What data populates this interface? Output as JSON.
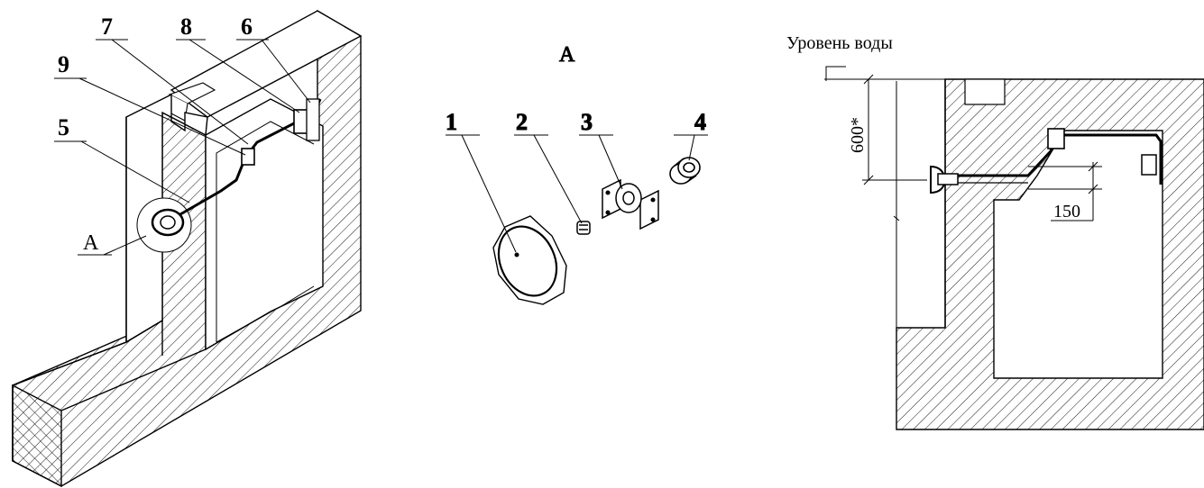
{
  "callouts": {
    "n1": "1",
    "n2": "2",
    "n3": "3",
    "n4": "4",
    "n5": "5",
    "n6": "6",
    "n7": "7",
    "n8": "8",
    "n9": "9",
    "detail_ref": "A"
  },
  "detail": {
    "title": "A"
  },
  "section": {
    "water_level_label": "Уровень воды",
    "depth_dim": "600*",
    "offset_dim": "150"
  }
}
